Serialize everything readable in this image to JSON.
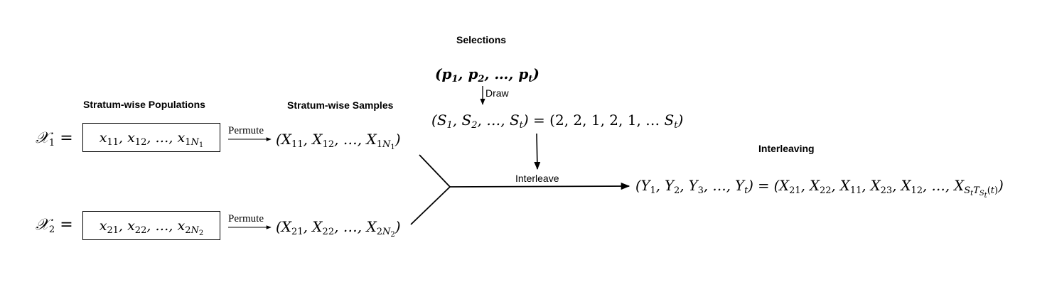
{
  "headers": {
    "selections": "Selections",
    "populations": "Stratum-wise Populations",
    "samples": "Stratum-wise Samples",
    "interleaving": "Interleaving"
  },
  "labels": {
    "draw": "Draw",
    "interleave": "Interleave",
    "permute": "Permute"
  },
  "strata": [
    {
      "pop_symbol": "𝒳",
      "index": "1",
      "eq": "=",
      "box_elements": "x11, x12, …, x1N1",
      "sample": "(X11, X12, …, X1N1)"
    },
    {
      "pop_symbol": "𝒳",
      "index": "2",
      "eq": "=",
      "box_elements": "x21, x22, …, x2N2",
      "sample": "(X21, X22, …, X2N2)"
    }
  ],
  "selection": {
    "probs": "(p1, p2, …, pt)",
    "sequence": "(S1, S2, …, St) = (2, 2, 1, 2, 1, … St)"
  },
  "result": "(Y1, Y2, Y3, …, Yt) = (X21, X22, X11, X23, X12, …, XStTSt(t))"
}
